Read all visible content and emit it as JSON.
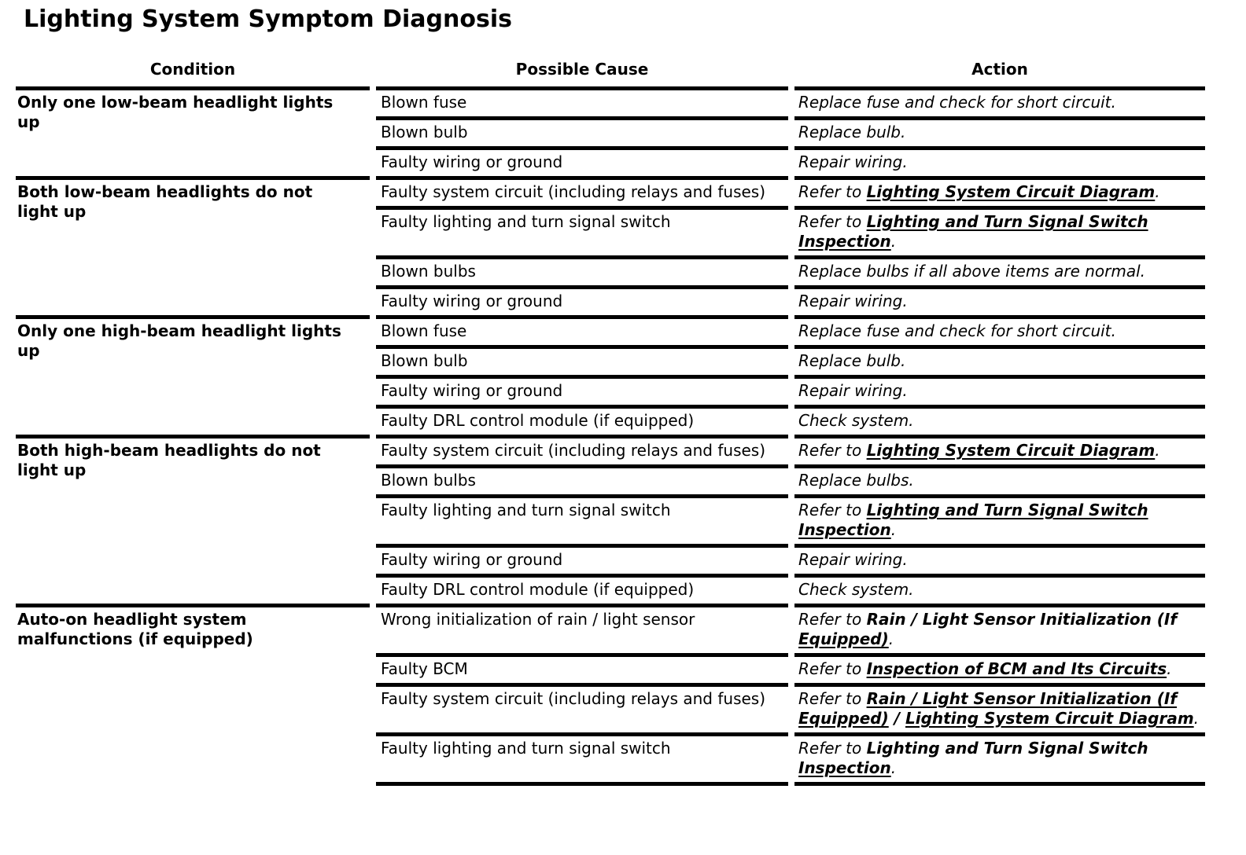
{
  "title": "Lighting System Symptom Diagnosis",
  "table": {
    "headers": {
      "condition": "Condition",
      "cause": "Possible Cause",
      "action": "Action"
    },
    "groups": [
      {
        "condition": "Only one low-beam headlight lights up",
        "rows": [
          {
            "cause": "Blown fuse",
            "action": [
              {
                "text": "Replace fuse and check for short circuit.",
                "style": "plain"
              }
            ]
          },
          {
            "cause": "Blown bulb",
            "action": [
              {
                "text": "Replace bulb.",
                "style": "plain"
              }
            ]
          },
          {
            "cause": "Faulty wiring or ground",
            "action": [
              {
                "text": "Repair wiring.",
                "style": "plain"
              }
            ]
          }
        ]
      },
      {
        "condition": "Both low-beam headlights do not light up",
        "rows": [
          {
            "cause": "Faulty system circuit (including relays and fuses)",
            "action": [
              {
                "text": "Refer to ",
                "style": "plain"
              },
              {
                "text": "Lighting System Circuit Diagram",
                "style": "link"
              },
              {
                "text": ".",
                "style": "plain"
              }
            ]
          },
          {
            "cause": "Faulty lighting and turn signal switch",
            "action": [
              {
                "text": "Refer to ",
                "style": "plain"
              },
              {
                "text": "Lighting and Turn Signal Switch Inspection",
                "style": "link"
              },
              {
                "text": ".",
                "style": "plain"
              }
            ]
          },
          {
            "cause": "Blown bulbs",
            "action": [
              {
                "text": "Replace bulbs if all above items are normal.",
                "style": "plain"
              }
            ]
          },
          {
            "cause": "Faulty wiring or ground",
            "action": [
              {
                "text": "Repair wiring.",
                "style": "plain"
              }
            ]
          }
        ]
      },
      {
        "condition": "Only one high-beam headlight lights up",
        "rows": [
          {
            "cause": "Blown fuse",
            "action": [
              {
                "text": "Replace fuse and check for short circuit.",
                "style": "plain"
              }
            ]
          },
          {
            "cause": "Blown bulb",
            "action": [
              {
                "text": "Replace bulb.",
                "style": "plain"
              }
            ]
          },
          {
            "cause": "Faulty wiring or ground",
            "action": [
              {
                "text": "Repair wiring.",
                "style": "plain"
              }
            ]
          },
          {
            "cause": "Faulty DRL control module (if equipped)",
            "action": [
              {
                "text": "Check system.",
                "style": "plain"
              }
            ]
          }
        ]
      },
      {
        "condition": "Both high-beam headlights do not light up",
        "rows": [
          {
            "cause": "Faulty system circuit (including relays and fuses)",
            "action": [
              {
                "text": "Refer to ",
                "style": "plain"
              },
              {
                "text": "Lighting System Circuit Diagram",
                "style": "link"
              },
              {
                "text": ".",
                "style": "plain"
              }
            ]
          },
          {
            "cause": "Blown bulbs",
            "action": [
              {
                "text": "Replace bulbs.",
                "style": "plain"
              }
            ]
          },
          {
            "cause": "Faulty lighting and turn signal switch",
            "action": [
              {
                "text": "Refer to ",
                "style": "plain"
              },
              {
                "text": "Lighting and Turn Signal Switch Inspection",
                "style": "link"
              },
              {
                "text": ".",
                "style": "plain"
              }
            ]
          },
          {
            "cause": "Faulty wiring or ground",
            "action": [
              {
                "text": "Repair wiring.",
                "style": "plain"
              }
            ]
          },
          {
            "cause": "Faulty DRL control module (if equipped)",
            "action": [
              {
                "text": "Check system.",
                "style": "plain"
              }
            ]
          }
        ]
      },
      {
        "condition": "Auto-on headlight system malfunctions (if equipped)",
        "rows": [
          {
            "cause": "Wrong initialization of rain / light sensor",
            "action": [
              {
                "text": "Refer to ",
                "style": "plain"
              },
              {
                "text": "Rain / Light Sensor Initialization (If ",
                "style": "bold"
              },
              {
                "text": "Equipped)",
                "style": "link"
              },
              {
                "text": ".",
                "style": "plain"
              }
            ]
          },
          {
            "cause": "Faulty BCM",
            "action": [
              {
                "text": "Refer to ",
                "style": "plain"
              },
              {
                "text": "Inspection of BCM and Its Circuits",
                "style": "link"
              },
              {
                "text": ".",
                "style": "plain"
              }
            ]
          },
          {
            "cause": "Faulty system circuit (including relays and fuses)",
            "action": [
              {
                "text": "Refer to ",
                "style": "plain"
              },
              {
                "text": "Rain / Light Sensor Initialization (If Equipped)",
                "style": "link"
              },
              {
                "text": " / ",
                "style": "bold"
              },
              {
                "text": "Lighting System Circuit Diagram",
                "style": "link"
              },
              {
                "text": ".",
                "style": "plain"
              }
            ]
          },
          {
            "cause": "Faulty lighting and turn signal switch",
            "action": [
              {
                "text": "Refer to ",
                "style": "plain"
              },
              {
                "text": "Lighting and Turn Signal Switch ",
                "style": "bold"
              },
              {
                "text": "Inspection",
                "style": "link"
              },
              {
                "text": ".",
                "style": "plain"
              }
            ]
          }
        ]
      }
    ]
  }
}
